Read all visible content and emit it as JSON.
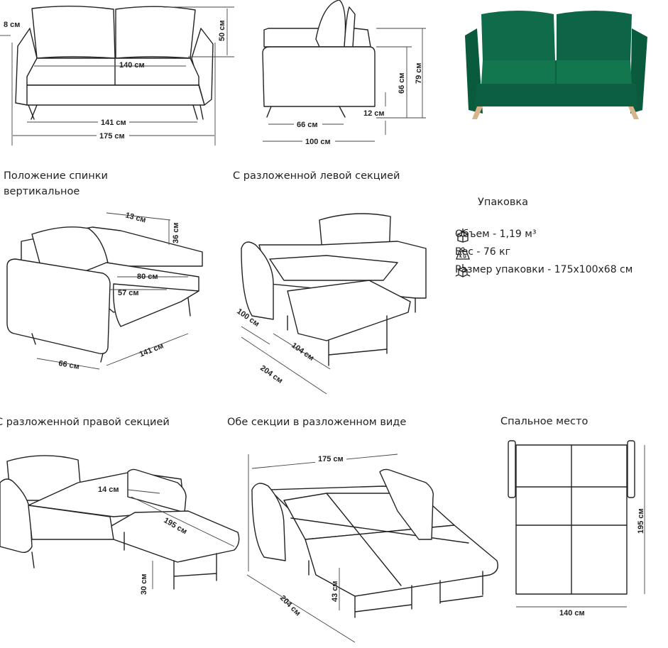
{
  "front_view": {
    "armrest_width": "8 см",
    "back_height": "50 см",
    "seat_width": "140 см",
    "leg_span": "141 см",
    "total_width": "175 см"
  },
  "side_view": {
    "seat_height": "66 см",
    "total_height": "79 см",
    "leg_height": "12 см",
    "seat_depth": "66 см",
    "total_depth": "100 см"
  },
  "headings": {
    "back_upright_1": "Положение спинки",
    "back_upright_2": "вертикальное",
    "left_unfolded": "С разложенной левой секцией",
    "right_unfolded": "С разложенной правой секцией",
    "both_unfolded": "Обе секции в разложенном виде",
    "sleeping_area": "Спальное место"
  },
  "upright_view": {
    "cushion_thickness": "13 см",
    "cushion_height": "36 см",
    "seat_depth": "80 см",
    "seat_height": "57 см",
    "leg_span": "141 см",
    "depth": "66 см"
  },
  "left_view": {
    "depth": "100 см",
    "section_length": "104 см",
    "unfolded_length": "204 см"
  },
  "right_view": {
    "gap": "14 см",
    "length": "195 см",
    "height": "30 см"
  },
  "both_view": {
    "width": "175 см",
    "height": "43 см",
    "length": "204 см"
  },
  "sleeping": {
    "length": "195 см",
    "width": "140 см"
  },
  "package": {
    "title": "Упаковка",
    "items": [
      {
        "icon": "box-volume-icon",
        "label": "Объем - 1,19 м³"
      },
      {
        "icon": "weight-icon",
        "label": "Вес - 76 кг"
      },
      {
        "icon": "package-size-icon",
        "label": "Размер упаковки - 175х100х68 см"
      }
    ]
  },
  "colors": {
    "sofa_green": "#0f6b4a",
    "leg_wood": "#d9b38a"
  }
}
